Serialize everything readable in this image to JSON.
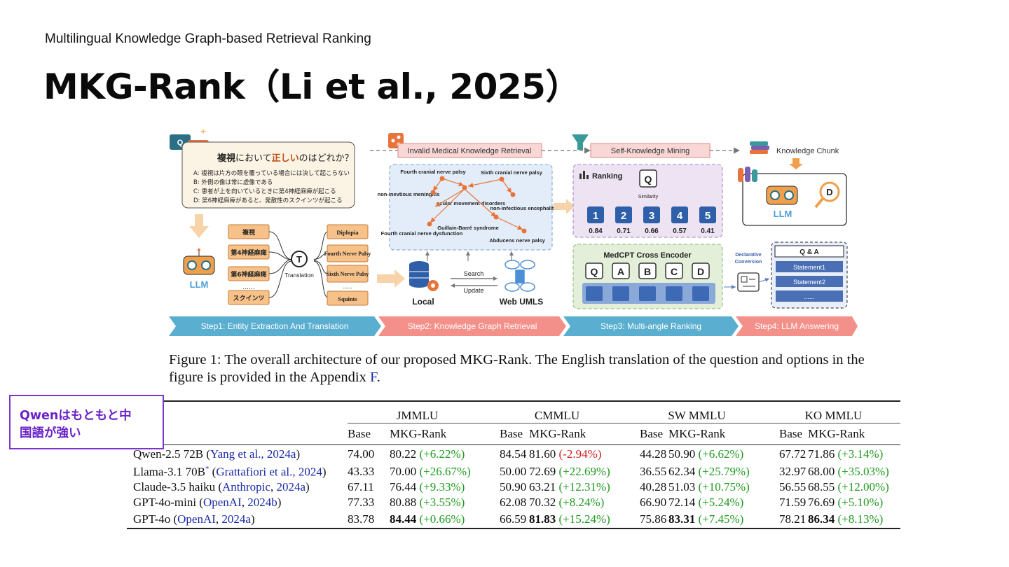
{
  "slide": {
    "subtitle": "Multilingual Knowledge Graph-based Retrieval Ranking",
    "title": "MKG-Rank（Li et al., 2025）"
  },
  "figure": {
    "top_labels": {
      "invalid": "Invalid Medical Knowledge Retrieval",
      "self_mining": "Self-Knowledge Mining",
      "chunk": "Knowledge Chunk"
    },
    "question": {
      "title_pre": "複視",
      "title_mid": "において",
      "title_hl": "正しい",
      "title_post": "のはどれか？",
      "options": [
        "A:  複視は片方の眼を覆っている場合には決して起こらない",
        "B:  外側の像は常に虚像である",
        "C:  患者が上を向いているときに第4神経麻痺が起こる",
        "D:  第6神経麻痺があると、発散性のスクインツが起こる"
      ]
    },
    "entities_ja": [
      "複視",
      "第4神経麻痺",
      "第6神経麻痺",
      "......",
      "スクインツ"
    ],
    "entities_en": [
      "Diplopia",
      "Fourth Nerve Palsy",
      "Sixth Nerve Palsy",
      "......",
      "Squints"
    ],
    "translation_label": "Translation",
    "llm_label": "LLM",
    "graph_nodes": [
      "Fourth cranial nerve palsy",
      "Sixth cranial nerve palsy",
      "non-inevtious meningitis",
      "ocular movement disorders",
      "non-infectious encephalitis",
      "Fourth cranial nerve dysfunction",
      "Guillain-Barré syndrome",
      "Abducens nerve palsy"
    ],
    "local_label": "Local",
    "web_label": "Web UMLS",
    "search_label": "Search",
    "update_label": "Update",
    "ranking_label": "Ranking",
    "q_label": "Q",
    "similarity_label": "Similarity",
    "rank_items": [
      {
        "rank": "1",
        "score": "0.84"
      },
      {
        "rank": "2",
        "score": "0.71"
      },
      {
        "rank": "3",
        "score": "0.66"
      },
      {
        "rank": "4",
        "score": "0.57"
      },
      {
        "rank": "5",
        "score": "0.41"
      }
    ],
    "encoder_label": "MedCPT Cross Encoder",
    "encoder_tokens": [
      "Q",
      "A",
      "B",
      "C",
      "D"
    ],
    "declarative_label_1": "Declarative",
    "declarative_label_2": "Conversion",
    "qa_label": "Q & A",
    "statements": [
      "Statement1",
      "Statement2",
      "......"
    ],
    "llm2_label": "LLM",
    "d_label": "D",
    "steps": [
      "Step1: Entity Extraction And Translation",
      "Step2: Knowledge Graph Retrieval",
      "Step3: Multi-angle Ranking",
      "Step4: LLM Answering"
    ]
  },
  "caption": {
    "text": "Figure 1: The overall architecture of our proposed MKG-Rank. The English translation of the question and options in the figure is provided in the Appendix ",
    "link": "F",
    "end": "."
  },
  "note": {
    "line1": "Qwenはもともと中",
    "line2": "国語が強い"
  },
  "table": {
    "groups": [
      "JMMLU",
      "CMMLU",
      "SW MMLU",
      "KO MMLU"
    ],
    "model_header": "Model",
    "base_header": "Base",
    "mkg_header": "MKG-Rank",
    "rows": [
      {
        "name": "Qwen-2.5 72B (",
        "cite": "Yang et al., 2024a",
        "close": ")",
        "sup": "",
        "cells": [
          [
            "74.00",
            "80.22",
            "(+6.22%)",
            "pos",
            false
          ],
          [
            "84.54",
            "81.60",
            "(-2.94%)",
            "neg",
            false
          ],
          [
            "44.28",
            "50.90",
            "(+6.62%)",
            "pos",
            false
          ],
          [
            "67.72",
            "71.86",
            "(+3.14%)",
            "pos",
            false
          ]
        ]
      },
      {
        "name": "Llama-3.1 70B",
        "sup": "*",
        "pre": " (",
        "cite": "Grattafiori et al., 2024",
        "close": ")",
        "cells": [
          [
            "43.33",
            "70.00",
            "(+26.67%)",
            "pos",
            false
          ],
          [
            "50.00",
            "72.69",
            "(+22.69%)",
            "pos",
            false
          ],
          [
            "36.55",
            "62.34",
            "(+25.79%)",
            "pos",
            false
          ],
          [
            "32.97",
            "68.00",
            "(+35.03%)",
            "pos",
            false
          ]
        ]
      },
      {
        "name": "Claude-3.5 haiku (",
        "cite": "Anthropic",
        "mid": ", ",
        "cite2": "2024a",
        "close": ")",
        "sup": "",
        "cells": [
          [
            "67.11",
            "76.44",
            "(+9.33%)",
            "pos",
            false
          ],
          [
            "50.90",
            "63.21",
            "(+12.31%)",
            "pos",
            false
          ],
          [
            "40.28",
            "51.03",
            "(+10.75%)",
            "pos",
            false
          ],
          [
            "56.55",
            "68.55",
            "(+12.00%)",
            "pos",
            false
          ]
        ]
      },
      {
        "name": "GPT-4o-mini (",
        "cite": "OpenAI",
        "mid": ", ",
        "cite2": "2024b",
        "close": ")",
        "sup": "",
        "cells": [
          [
            "77.33",
            "80.88",
            "(+3.55%)",
            "pos",
            false
          ],
          [
            "62.08",
            "70.32",
            "(+8.24%)",
            "pos",
            false
          ],
          [
            "66.90",
            "72.14",
            "(+5.24%)",
            "pos",
            false
          ],
          [
            "71.59",
            "76.69",
            "(+5.10%)",
            "pos",
            false
          ]
        ]
      },
      {
        "name": "GPT-4o (",
        "cite": "OpenAI",
        "mid": ", ",
        "cite2": "2024a",
        "close": ")",
        "sup": "",
        "cells": [
          [
            "83.78",
            "84.44",
            "(+0.66%)",
            "pos",
            true
          ],
          [
            "66.59",
            "81.83",
            "(+15.24%)",
            "pos",
            true
          ],
          [
            "75.86",
            "83.31",
            "(+7.45%)",
            "pos",
            true
          ],
          [
            "78.21",
            "86.34",
            "(+8.13%)",
            "pos",
            true
          ]
        ]
      }
    ]
  }
}
